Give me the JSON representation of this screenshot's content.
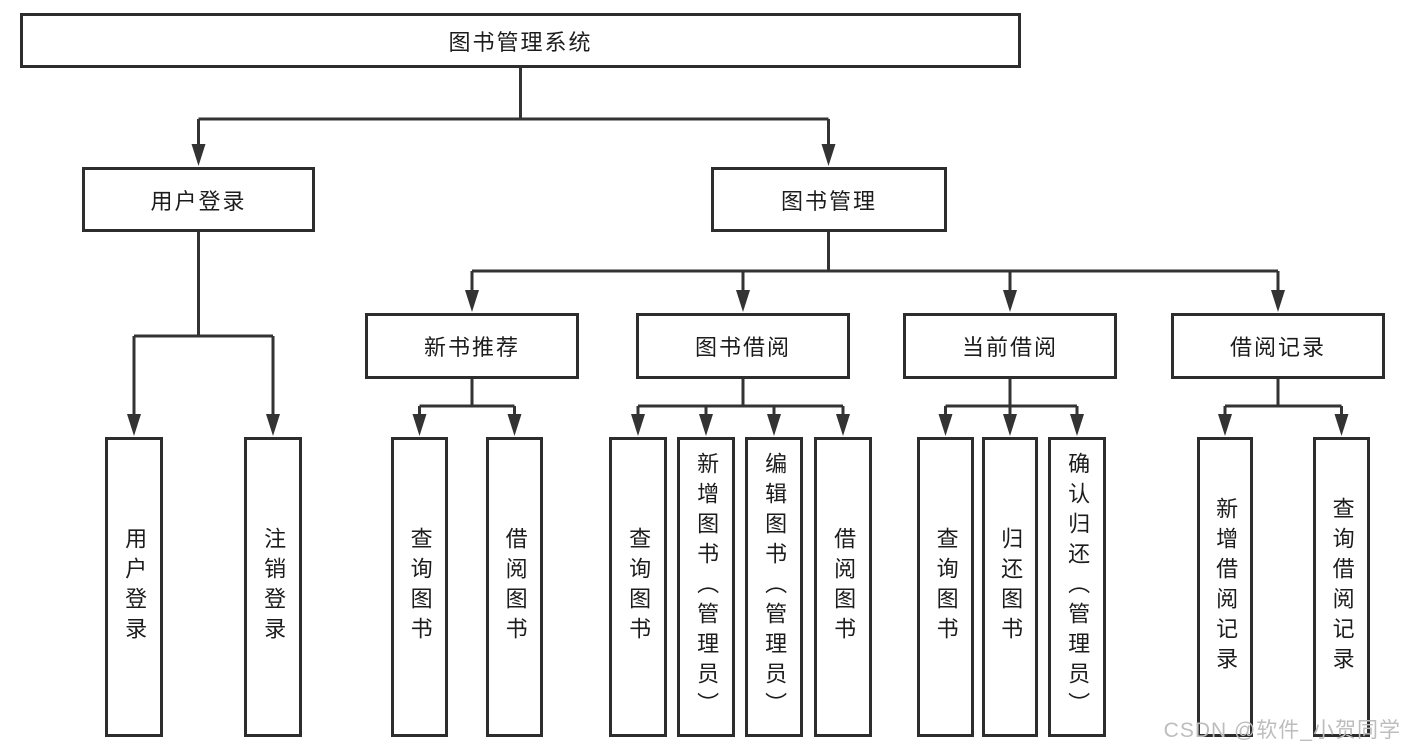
{
  "diagram_type": "function-structure-tree",
  "colors": {
    "line": "#333333",
    "box_border": "#2d2d2d",
    "text": "#1c1c1c",
    "watermark": "#bdbdbd",
    "background": "#ffffff"
  },
  "tree": {
    "root": "图书管理系统",
    "branches": [
      {
        "label": "用户登录",
        "children": [
          {
            "label": "用户登录"
          },
          {
            "label": "注销登录"
          }
        ]
      },
      {
        "label": "图书管理",
        "children": [
          {
            "label": "新书推荐",
            "children": [
              {
                "label": "查询图书"
              },
              {
                "label": "借阅图书"
              }
            ]
          },
          {
            "label": "图书借阅",
            "children": [
              {
                "label": "查询图书"
              },
              {
                "label": "新增图书（管理员）"
              },
              {
                "label": "编辑图书（管理员）"
              },
              {
                "label": "借阅图书"
              }
            ]
          },
          {
            "label": "当前借阅",
            "children": [
              {
                "label": "查询图书"
              },
              {
                "label": "归还图书"
              },
              {
                "label": "确认归还（管理员）"
              }
            ]
          },
          {
            "label": "借阅记录",
            "children": [
              {
                "label": "新增借阅记录"
              },
              {
                "label": "查询借阅记录"
              }
            ]
          }
        ]
      }
    ]
  },
  "watermark": {
    "text": "CSDN @软件_小贺同学"
  }
}
